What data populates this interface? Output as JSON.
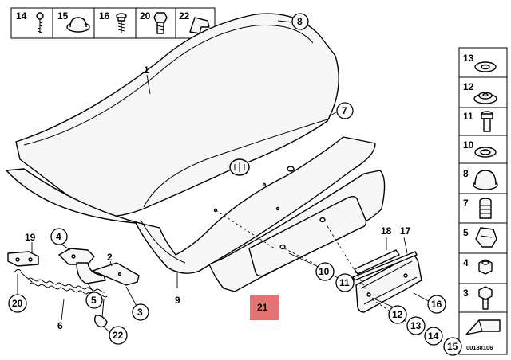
{
  "diagram": {
    "doc_id": "00188106",
    "highlighted": "21",
    "top_legend": [
      "14",
      "15",
      "16",
      "20",
      "22"
    ],
    "side_legend": [
      "13",
      "12",
      "11",
      "10",
      "8",
      "7",
      "5",
      "4",
      "3"
    ],
    "callouts": [
      "1",
      "2",
      "3",
      "4",
      "5",
      "6",
      "7",
      "8",
      "9",
      "10",
      "11",
      "12",
      "13",
      "14",
      "15",
      "16",
      "17",
      "18",
      "19",
      "20",
      "21",
      "22"
    ]
  }
}
